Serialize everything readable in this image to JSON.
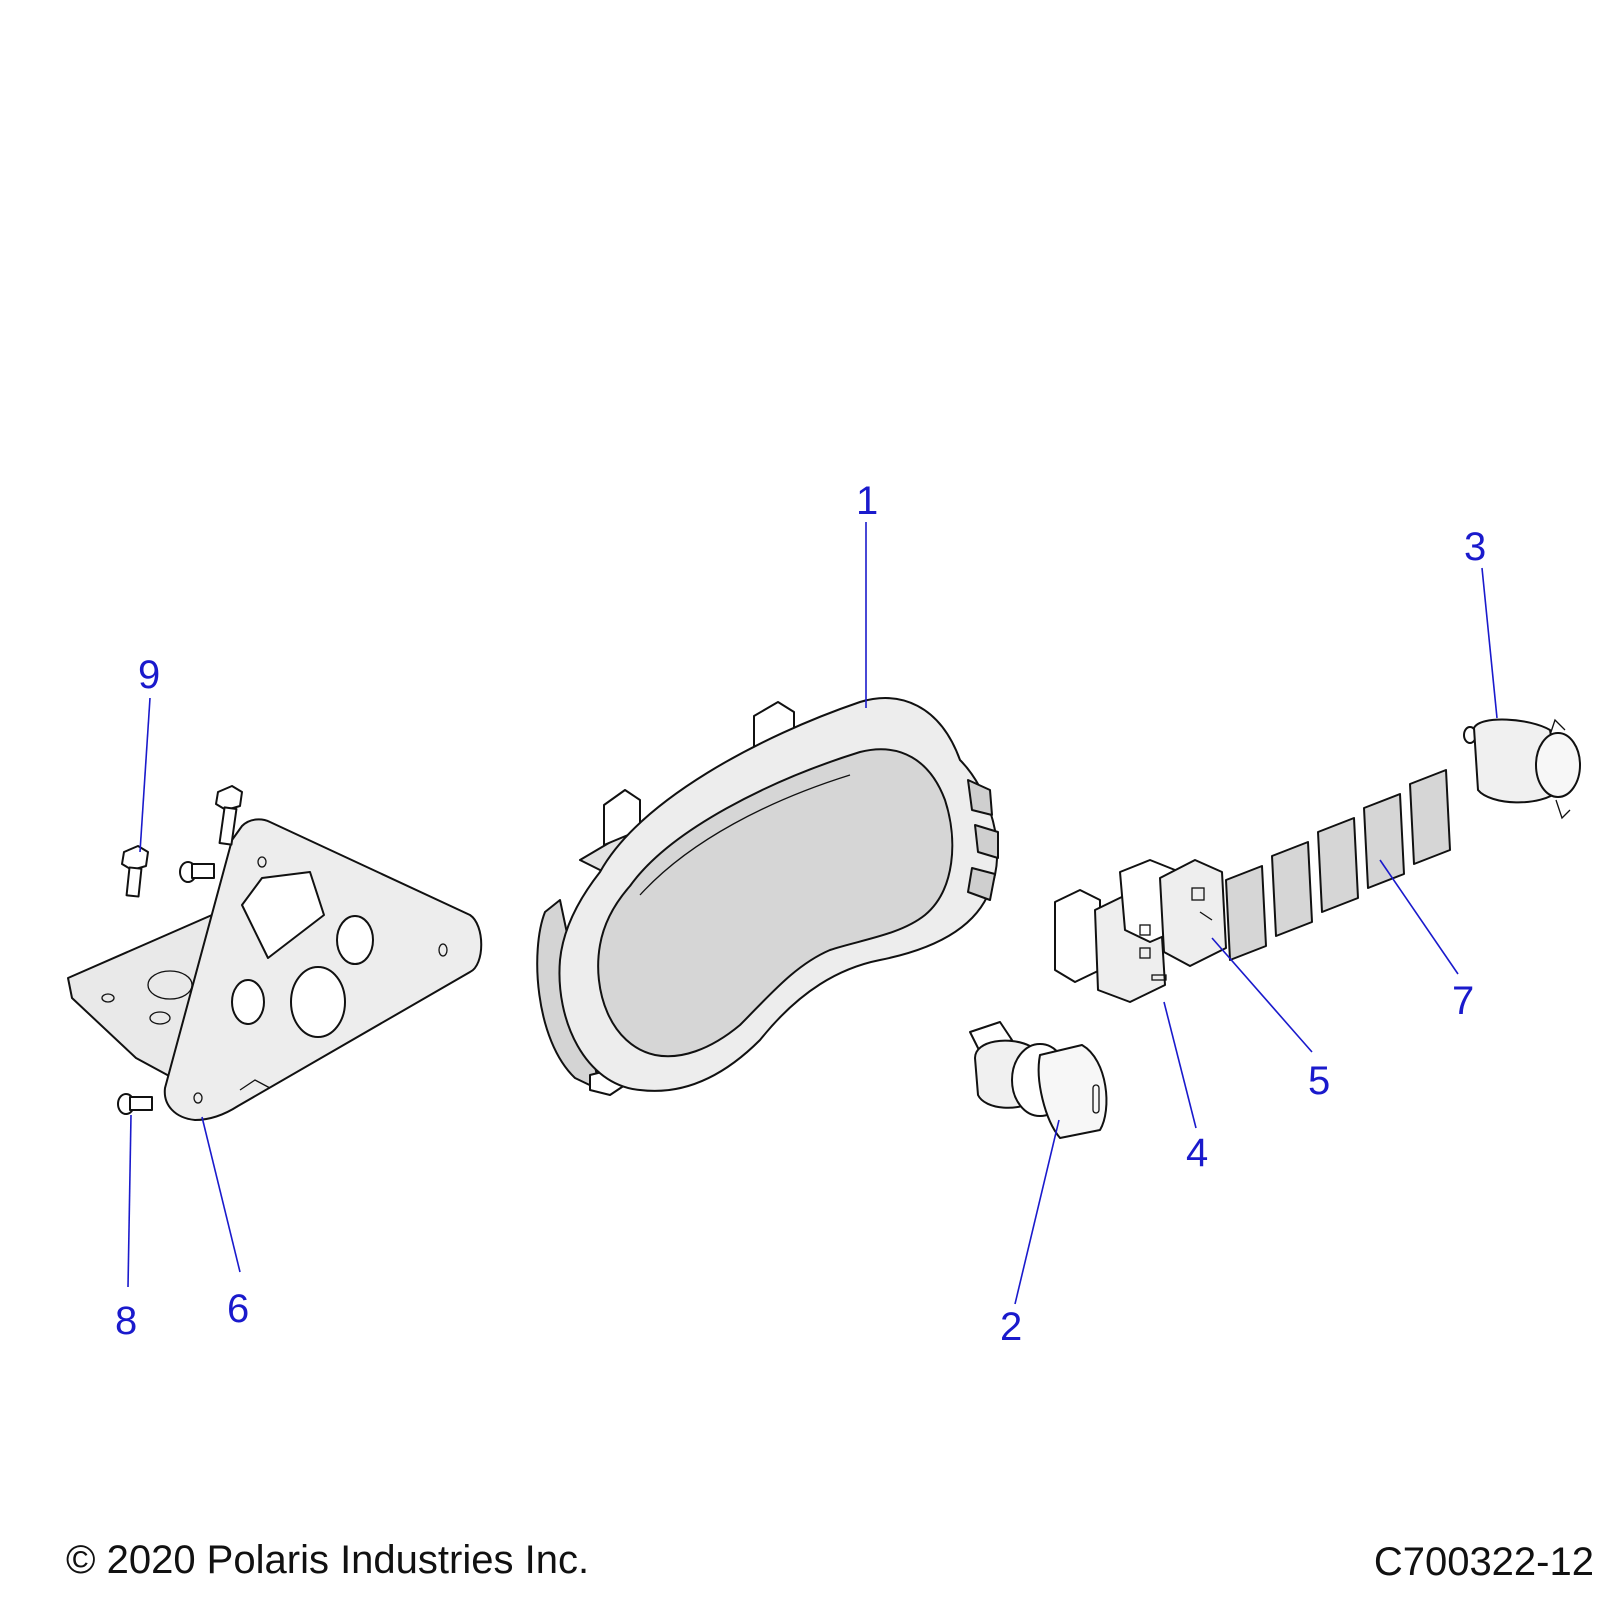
{
  "diagram": {
    "callouts": [
      {
        "id": "1",
        "label": "1"
      },
      {
        "id": "2",
        "label": "2"
      },
      {
        "id": "3",
        "label": "3"
      },
      {
        "id": "4",
        "label": "4"
      },
      {
        "id": "5",
        "label": "5"
      },
      {
        "id": "6",
        "label": "6"
      },
      {
        "id": "7",
        "label": "7"
      },
      {
        "id": "8",
        "label": "8"
      },
      {
        "id": "9",
        "label": "9"
      }
    ]
  },
  "footer": {
    "copyright": "© 2020 Polaris Industries Inc.",
    "drawing_number": "C700322-12"
  }
}
